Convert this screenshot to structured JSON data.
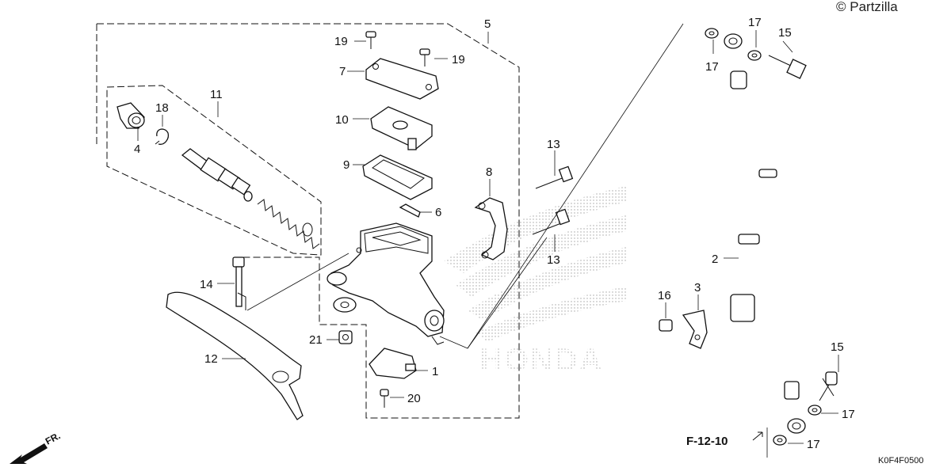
{
  "diagram": {
    "copyright": "© Partzilla",
    "drawing_code": "K0F4F0500",
    "front_indicator": "FR.",
    "reference": "F-12-10",
    "background_logo_text": "HONDA",
    "callouts": {
      "c1": "1",
      "c2": "2",
      "c3": "3",
      "c4": "4",
      "c5": "5",
      "c6": "6",
      "c7": "7",
      "c8": "8",
      "c9": "9",
      "c10": "10",
      "c11": "11",
      "c12": "12",
      "c13a": "13",
      "c13b": "13",
      "c14": "14",
      "c15a": "15",
      "c15b": "15",
      "c16": "16",
      "c17a": "17",
      "c17b": "17",
      "c17c": "17",
      "c17d": "17",
      "c18": "18",
      "c19a": "19",
      "c19b": "19",
      "c20": "20",
      "c21": "21"
    }
  }
}
